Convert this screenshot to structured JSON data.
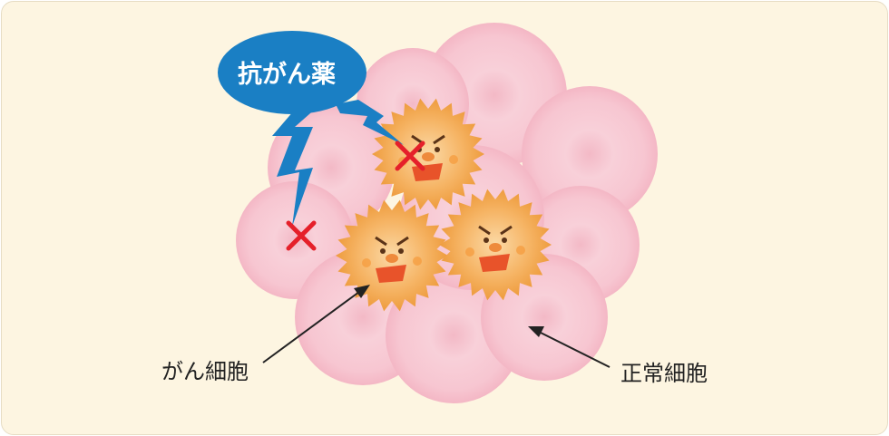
{
  "labels": {
    "drug": "抗がん薬",
    "cancer_cell": "がん細胞",
    "normal_cell": "正常細胞"
  },
  "colors": {
    "background": "#fdf5e1",
    "normal_cell": "#f6c9d3",
    "cancer_cell": "#f3a74a",
    "drug_bubble": "#1a7fc4",
    "cross_mark": "#e5202a"
  }
}
